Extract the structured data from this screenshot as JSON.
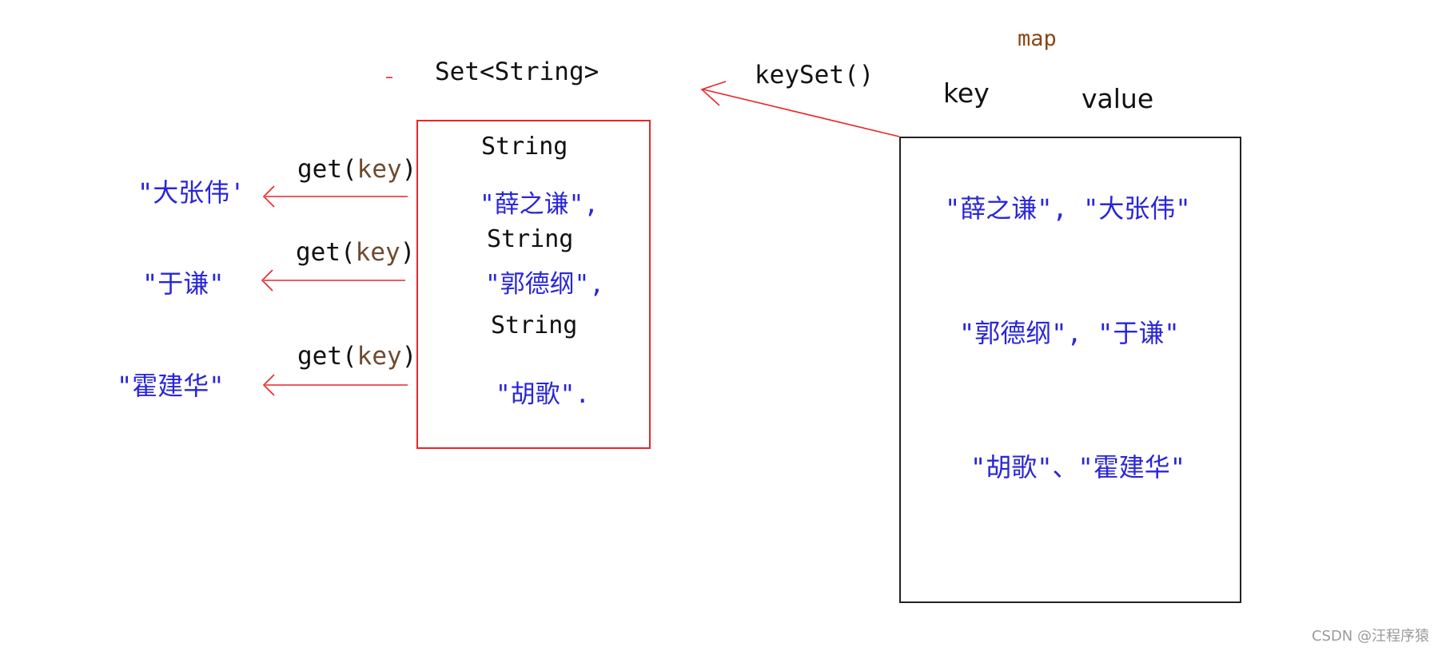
{
  "map_label": "map",
  "keyset_label": "keySet()",
  "set_label": "Set<String>",
  "map_headers": {
    "key": "key",
    "value": "value"
  },
  "set_entries": [
    {
      "type": "String",
      "key": "\"薛之谦\","
    },
    {
      "type": "String",
      "key": "\"郭德纲\","
    },
    {
      "type": "String",
      "key": "\"胡歌\"."
    }
  ],
  "get_calls": [
    {
      "prefix": "get(",
      "arg": "key",
      "suffix": ")",
      "result": "\"大张伟'"
    },
    {
      "prefix": "get(",
      "arg": "key",
      "suffix": ")",
      "result": "\"于谦\""
    },
    {
      "prefix": "get(",
      "arg": "key",
      "suffix": ")",
      "result": "\"霍建华\""
    }
  ],
  "map_entries": [
    "\"薛之谦\", \"大张伟\"",
    "\"郭德纲\", \"于谦\"",
    "\"胡歌\"、\"霍建华\""
  ],
  "watermark": "CSDN @汪程序猿",
  "colors": {
    "arrow": "#e8262a",
    "set_box_border": "#e8262a",
    "map_box_border": "#222222",
    "value_text": "#2a26d8",
    "label_text": "#111111"
  }
}
